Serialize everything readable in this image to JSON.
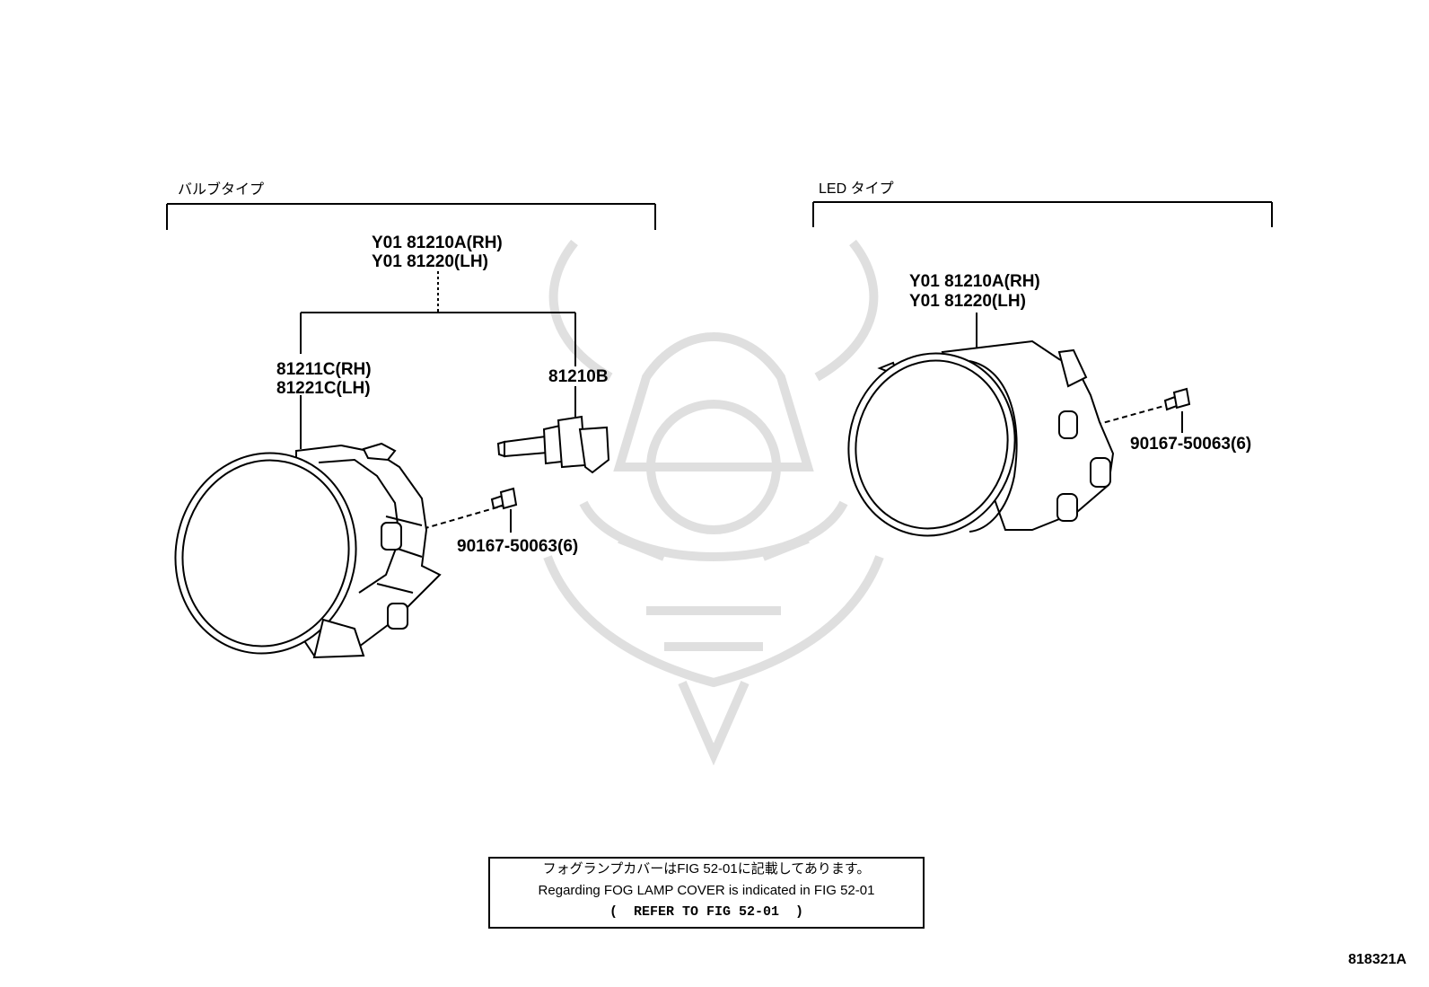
{
  "sections": {
    "bulb": {
      "title": "バルブタイプ"
    },
    "led": {
      "title": "LED タイプ"
    }
  },
  "bulb_parts": {
    "assembly_rh": "Y01 81210A(RH)",
    "assembly_lh": "Y01 81220(LH)",
    "housing_rh": "81211C(RH)",
    "housing_lh": "81221C(LH)",
    "bulb": "81210B",
    "screw": "90167-50063(6)"
  },
  "led_parts": {
    "assembly_rh": "Y01 81210A(RH)",
    "assembly_lh": "Y01 81220(LH)",
    "screw": "90167-50063(6)"
  },
  "note": {
    "line1": "フォグランプカバーはFIG 52-01に記載してあります。",
    "line2": "Regarding FOG LAMP COVER is indicated in FIG 52-01",
    "line3": "(  REFER TO FIG 52-01  )"
  },
  "figure_code": "818321A"
}
